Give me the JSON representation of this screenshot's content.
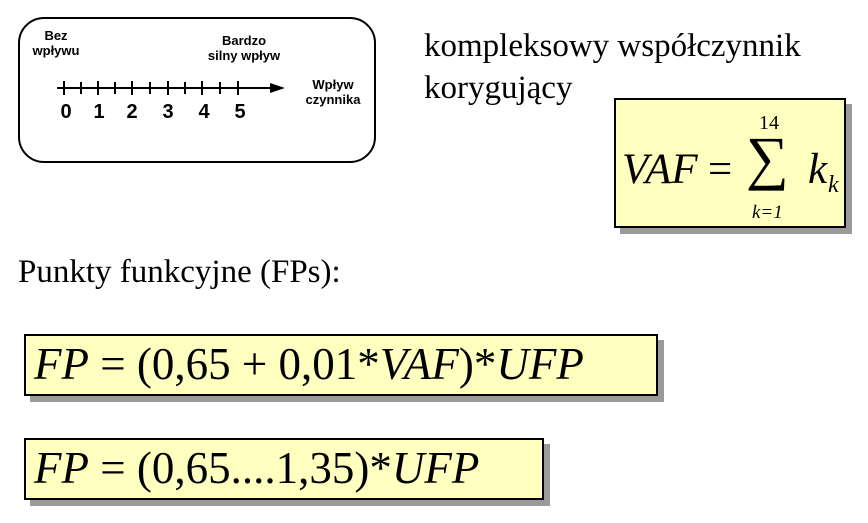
{
  "scale": {
    "left_label_line1": "Bez",
    "left_label_line2": "wpływu",
    "right_label_line1": "Bardzo",
    "right_label_line2": "silny wpływ",
    "axis_label_line1": "Wpływ",
    "axis_label_line2": "czynnika",
    "numbers": [
      "0",
      "1",
      "2",
      "3",
      "4",
      "5"
    ]
  },
  "vaf": {
    "caption_line1": "kompleksowy współczynnik",
    "caption_line2": "korygujący",
    "formula_lhs": "VAF",
    "equals": "=",
    "sum_upper": "14",
    "sum_lower": "k=1",
    "sum_symbol": "∑",
    "term": "k",
    "term_sub": "k"
  },
  "fp": {
    "heading": "Punkty funkcyjne (FPs):",
    "formula1": {
      "lhs": "FP",
      "eq": " = ",
      "open": "(0,65 + 0,01*",
      "var": "VAF",
      "close": ")*",
      "tail": "UFP"
    },
    "formula2": {
      "lhs": "FP",
      "eq": " = ",
      "range": "(0,65....1,35)*",
      "tail": "UFP"
    }
  }
}
